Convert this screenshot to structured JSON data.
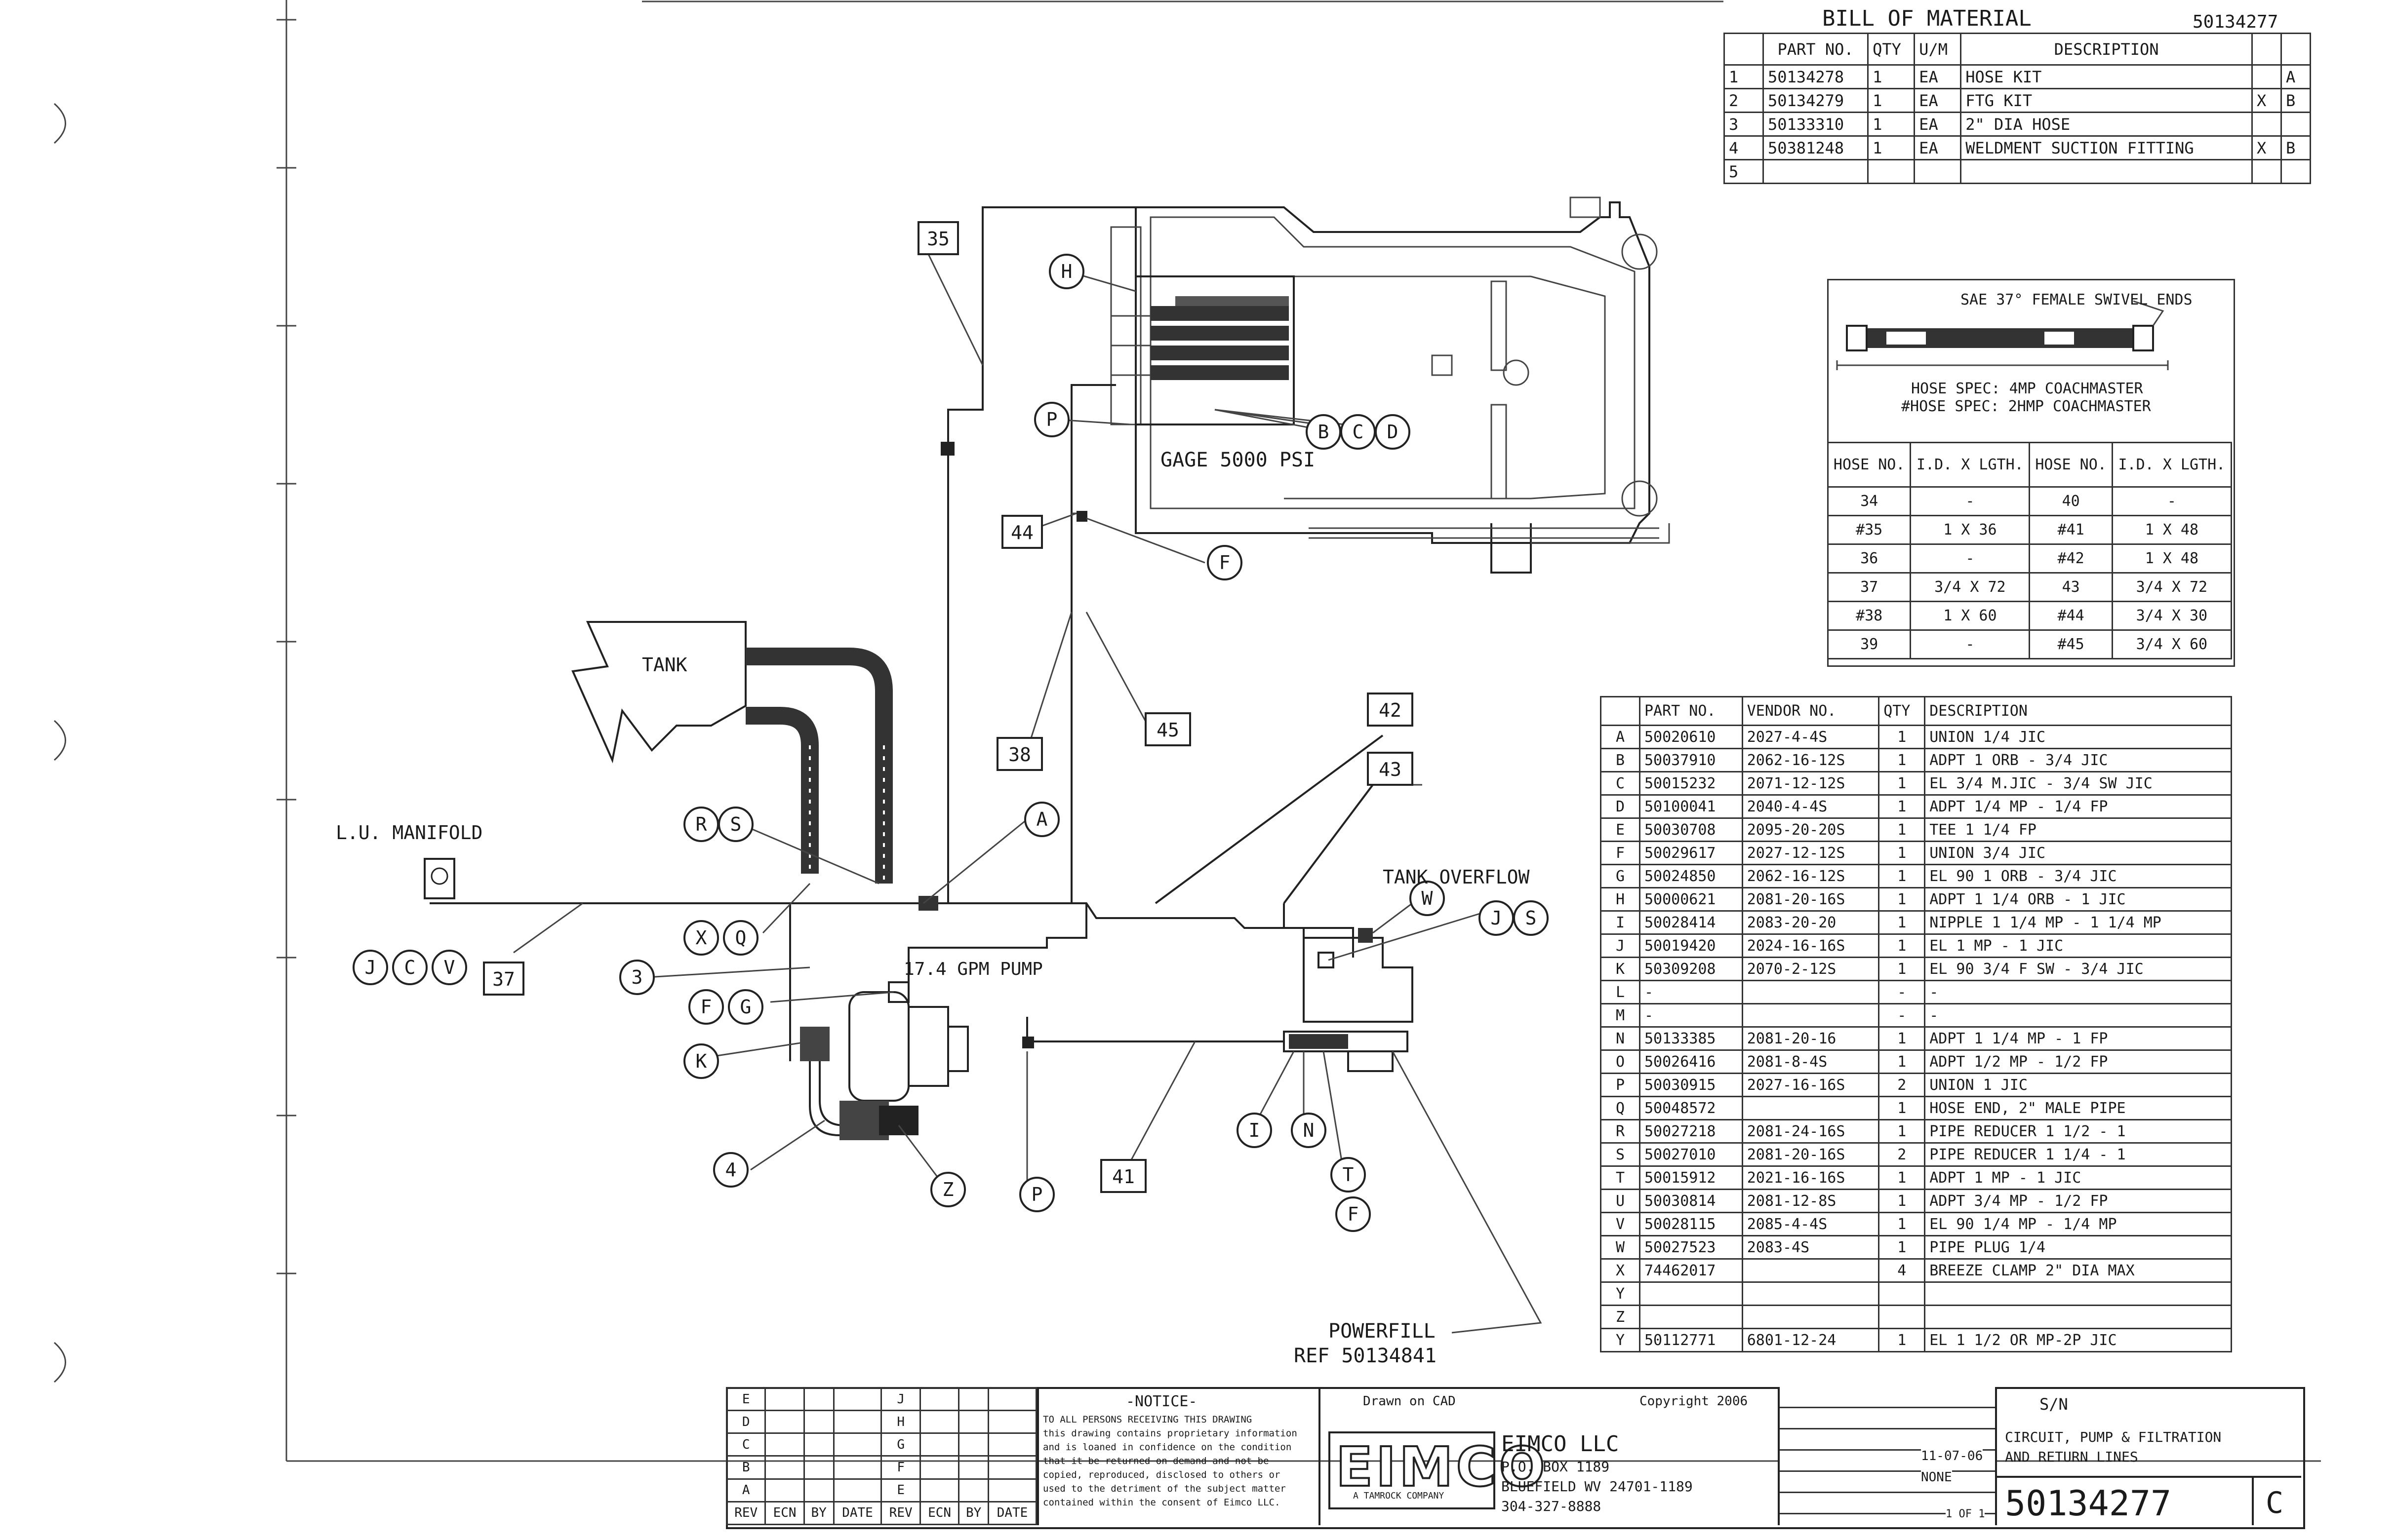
{
  "bom_header": {
    "title": "BILL OF MATERIAL",
    "doc_no": "50134277",
    "columns": [
      "PART NO.",
      "QTY",
      "U/M",
      "DESCRIPTION"
    ],
    "rows": [
      {
        "item": "1",
        "part": "50134278",
        "qty": "1",
        "um": "EA",
        "desc": "HOSE KIT",
        "a": "",
        "b": "A"
      },
      {
        "item": "2",
        "part": "50134279",
        "qty": "1",
        "um": "EA",
        "desc": "FTG KIT",
        "a": "X",
        "b": "B"
      },
      {
        "item": "3",
        "part": "50133310",
        "qty": "1",
        "um": "EA",
        "desc": "2\" DIA HOSE",
        "a": "",
        "b": ""
      },
      {
        "item": "4",
        "part": "50381248",
        "qty": "1",
        "um": "EA",
        "desc": "WELDMENT SUCTION FITTING",
        "a": "X",
        "b": "B"
      },
      {
        "item": "5",
        "part": "",
        "qty": "",
        "um": "",
        "desc": "",
        "a": "",
        "b": ""
      }
    ]
  },
  "hose_table": {
    "caption1": "SAE 37° FEMALE SWIVEL ENDS",
    "caption2": "HOSE SPEC: 4MP COACHMASTER",
    "caption3": "#HOSE SPEC: 2HMP COACHMASTER",
    "col_hose_no": "HOSE NO.",
    "col_len": "I.D. X LGTH.",
    "rows": [
      {
        "n1": "34",
        "l1": "-",
        "n2": "40",
        "l2": "-"
      },
      {
        "n1": "#35",
        "l1": "1 X 36",
        "n2": "#41",
        "l2": "1 X 48"
      },
      {
        "n1": "36",
        "l1": "-",
        "n2": "#42",
        "l2": "1 X 48"
      },
      {
        "n1": "37",
        "l1": "3/4 X 72",
        "n2": "43",
        "l2": "3/4 X 72"
      },
      {
        "n1": "#38",
        "l1": "1 X 60",
        "n2": "#44",
        "l2": "3/4 X 30"
      },
      {
        "n1": "39",
        "l1": "-",
        "n2": "#45",
        "l2": "3/4 X 60"
      }
    ]
  },
  "fitting_table": {
    "columns": [
      "PART NO.",
      "VENDOR NO.",
      "QTY",
      "DESCRIPTION"
    ],
    "rows": [
      {
        "item": "A",
        "part": "50020610",
        "vendor": "2027-4-4S",
        "qty": "1",
        "desc": "UNION 1/4 JIC"
      },
      {
        "item": "B",
        "part": "50037910",
        "vendor": "2062-16-12S",
        "qty": "1",
        "desc": "ADPT 1 ORB - 3/4 JIC"
      },
      {
        "item": "C",
        "part": "50015232",
        "vendor": "2071-12-12S",
        "qty": "1",
        "desc": "EL 3/4 M.JIC - 3/4 SW JIC"
      },
      {
        "item": "D",
        "part": "50100041",
        "vendor": "2040-4-4S",
        "qty": "1",
        "desc": "ADPT 1/4 MP - 1/4 FP"
      },
      {
        "item": "E",
        "part": "50030708",
        "vendor": "2095-20-20S",
        "qty": "1",
        "desc": "TEE 1 1/4 FP"
      },
      {
        "item": "F",
        "part": "50029617",
        "vendor": "2027-12-12S",
        "qty": "1",
        "desc": "UNION 3/4 JIC"
      },
      {
        "item": "G",
        "part": "50024850",
        "vendor": "2062-16-12S",
        "qty": "1",
        "desc": "EL 90 1 ORB - 3/4 JIC"
      },
      {
        "item": "H",
        "part": "50000621",
        "vendor": "2081-20-16S",
        "qty": "1",
        "desc": "ADPT 1 1/4 ORB - 1 JIC"
      },
      {
        "item": "I",
        "part": "50028414",
        "vendor": "2083-20-20",
        "qty": "1",
        "desc": "NIPPLE 1 1/4 MP - 1 1/4 MP"
      },
      {
        "item": "J",
        "part": "50019420",
        "vendor": "2024-16-16S",
        "qty": "1",
        "desc": "EL 1 MP - 1 JIC"
      },
      {
        "item": "K",
        "part": "50309208",
        "vendor": "2070-2-12S",
        "qty": "1",
        "desc": "EL 90 3/4 F SW - 3/4 JIC"
      },
      {
        "item": "L",
        "part": "-",
        "vendor": "",
        "qty": "-",
        "desc": "-"
      },
      {
        "item": "M",
        "part": "-",
        "vendor": "",
        "qty": "-",
        "desc": "-"
      },
      {
        "item": "N",
        "part": "50133385",
        "vendor": "2081-20-16",
        "qty": "1",
        "desc": "ADPT 1 1/4 MP - 1 FP"
      },
      {
        "item": "O",
        "part": "50026416",
        "vendor": "2081-8-4S",
        "qty": "1",
        "desc": "ADPT 1/2 MP - 1/2 FP"
      },
      {
        "item": "P",
        "part": "50030915",
        "vendor": "2027-16-16S",
        "qty": "2",
        "desc": "UNION 1 JIC"
      },
      {
        "item": "Q",
        "part": "50048572",
        "vendor": "",
        "qty": "1",
        "desc": "HOSE END, 2\" MALE PIPE"
      },
      {
        "item": "R",
        "part": "50027218",
        "vendor": "2081-24-16S",
        "qty": "1",
        "desc": "PIPE REDUCER 1 1/2 - 1"
      },
      {
        "item": "S",
        "part": "50027010",
        "vendor": "2081-20-16S",
        "qty": "2",
        "desc": "PIPE REDUCER 1 1/4 - 1"
      },
      {
        "item": "T",
        "part": "50015912",
        "vendor": "2021-16-16S",
        "qty": "1",
        "desc": "ADPT 1 MP - 1 JIC"
      },
      {
        "item": "U",
        "part": "50030814",
        "vendor": "2081-12-8S",
        "qty": "1",
        "desc": "ADPT 3/4 MP - 1/2 FP"
      },
      {
        "item": "V",
        "part": "50028115",
        "vendor": "2085-4-4S",
        "qty": "1",
        "desc": "EL 90 1/4 MP - 1/4 MP"
      },
      {
        "item": "W",
        "part": "50027523",
        "vendor": "2083-4S",
        "qty": "1",
        "desc": "PIPE PLUG 1/4"
      },
      {
        "item": "X",
        "part": "74462017",
        "vendor": "",
        "qty": "4",
        "desc": "BREEZE CLAMP 2\" DIA MAX"
      },
      {
        "item": "Y",
        "part": "",
        "vendor": "",
        "qty": "",
        "desc": ""
      },
      {
        "item": "Z",
        "part": "",
        "vendor": "",
        "qty": "",
        "desc": ""
      },
      {
        "item": "Y",
        "part": "50112771",
        "vendor": "6801-12-24",
        "qty": "1",
        "desc": "EL 1 1/2 OR MP-2P JIC"
      }
    ]
  },
  "labels": {
    "gage": "GAGE 5000 PSI",
    "tank": "TANK",
    "pump": "17.4 GPM PUMP",
    "manifold": "L.U. MANIFOLD",
    "tank_overflow": "TANK OVERFLOW",
    "powerfill": "POWERFILL",
    "powerfill_ref": "REF 50134841"
  },
  "callouts_circle": [
    "H",
    "P",
    "B",
    "C",
    "D",
    "F",
    "A",
    "R",
    "S",
    "X",
    "Q",
    "W",
    "J",
    "S",
    "3",
    "F",
    "G",
    "K",
    "J",
    "C",
    "V",
    "4",
    "Z",
    "P",
    "I",
    "N",
    "T",
    "F"
  ],
  "callouts_box": [
    "35",
    "44",
    "38",
    "45",
    "42",
    "43",
    "37",
    "41"
  ],
  "title_block": {
    "notice_title": "-NOTICE-",
    "notice_text": [
      "TO ALL PERSONS RECEIVING THIS DRAWING",
      "this drawing contains proprietary information",
      "and is loaned in confidence on the condition",
      "that it be returned on demand and not be",
      "copied, reproduced, disclosed to others or",
      "used to the detriment of the subject matter",
      "contained within the consent of Eimco LLC."
    ],
    "rev_cols": [
      "REV",
      "ECN",
      "BY",
      "DATE"
    ],
    "rev_letters": [
      "E",
      "D",
      "C",
      "B",
      "A"
    ],
    "rev_letters2": [
      "J",
      "H",
      "G",
      "F",
      "E"
    ],
    "drawn_on": "Drawn on CAD",
    "copyright": "Copyright 2006",
    "logo": "EIMCO",
    "logo_sub": "A TAMROCK COMPANY",
    "company": "EIMCO LLC",
    "address1": "P.O. BOX 1189",
    "address2": "BLUEFIELD WV 24701-1189",
    "phone": "304-327-8888",
    "title_label": "S/N",
    "title1": "CIRCUIT, PUMP & FILTRATION",
    "title2": "AND RETURN LINES",
    "dwg_no": "50134277",
    "rev": "C",
    "date": "11-07-06",
    "scale": "NONE",
    "sheet": "1 OF 1"
  }
}
